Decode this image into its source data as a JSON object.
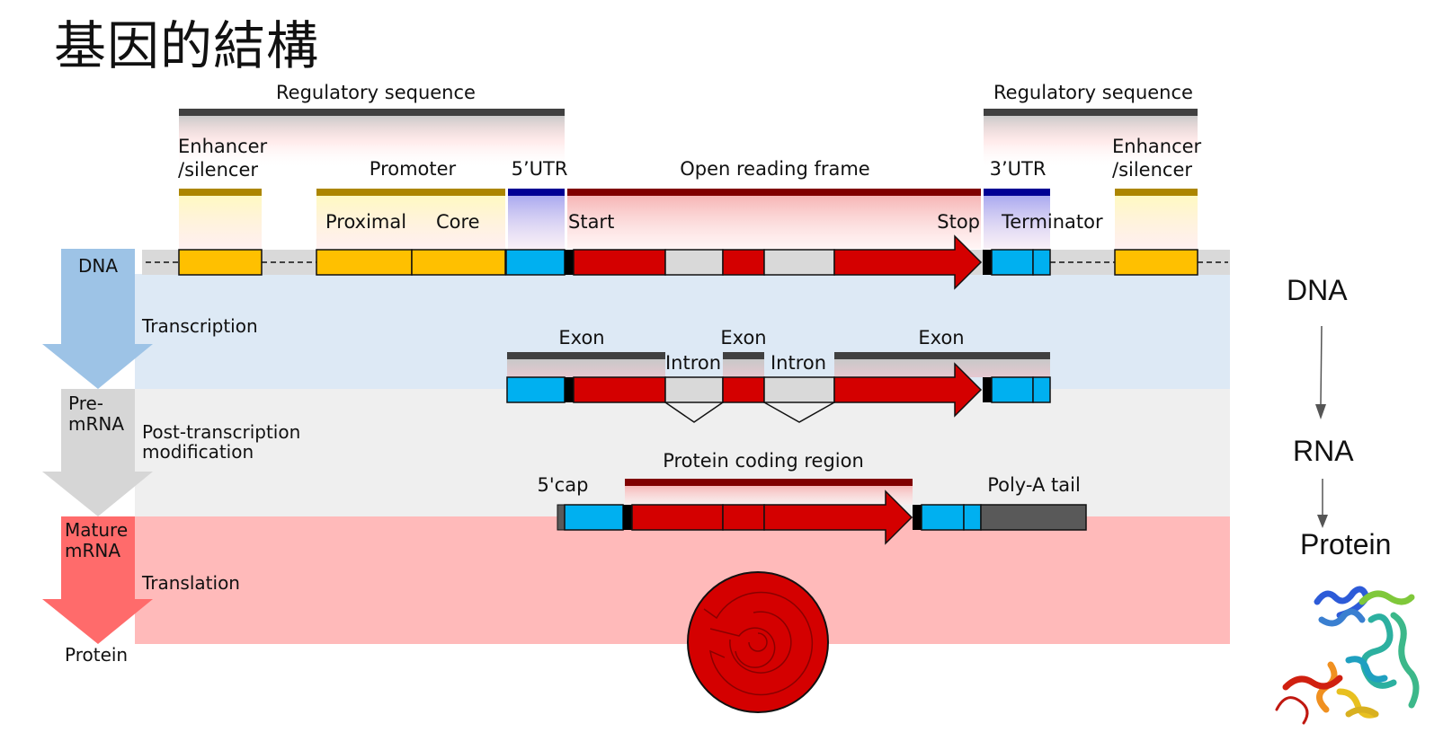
{
  "title": "基因的結構",
  "labels": {
    "regulatory_left": "Regulatory sequence",
    "regulatory_right": "Regulatory sequence",
    "enhancer_left": [
      "Enhancer",
      "/silencer"
    ],
    "enhancer_right": [
      "Enhancer",
      "/silencer"
    ],
    "promoter": "Promoter",
    "proximal": "Proximal",
    "core": "Core",
    "utr5": "5’UTR",
    "orf": "Open reading frame",
    "utr3": "3’UTR",
    "start": "Start",
    "stop": "Stop",
    "terminator": "Terminator",
    "exon1": "Exon",
    "exon2": "Exon",
    "exon3": "Exon",
    "intron1": "Intron",
    "intron2": "Intron",
    "protein_coding": "Protein coding region",
    "cap5": "5'cap",
    "polya": "Poly-A tail"
  },
  "stages": {
    "dna": "DNA",
    "transcription": "Transcription",
    "pre_mrna": [
      "Pre-",
      "mRNA"
    ],
    "post_transcription": [
      "Post-transcription",
      "modification"
    ],
    "mature_mrna": [
      "Mature",
      "mRNA"
    ],
    "translation": "Translation",
    "protein": "Protein"
  },
  "central_dogma": {
    "dna": "DNA",
    "rna": "RNA",
    "protein": "Protein"
  },
  "colors": {
    "enhancer": "#ffc000",
    "utr": "#00b0f0",
    "orf": "#d40000",
    "intron": "#d9d9d9",
    "polya": "#595959",
    "dna_band": "#dde9f5",
    "pre_mrna_band": "#efefef",
    "mature_band": "#ffbaba",
    "dna_arrow": "#9dc3e6",
    "pre_arrow": "#d6d6d6",
    "mature_arrow": "#ff6b6b"
  }
}
